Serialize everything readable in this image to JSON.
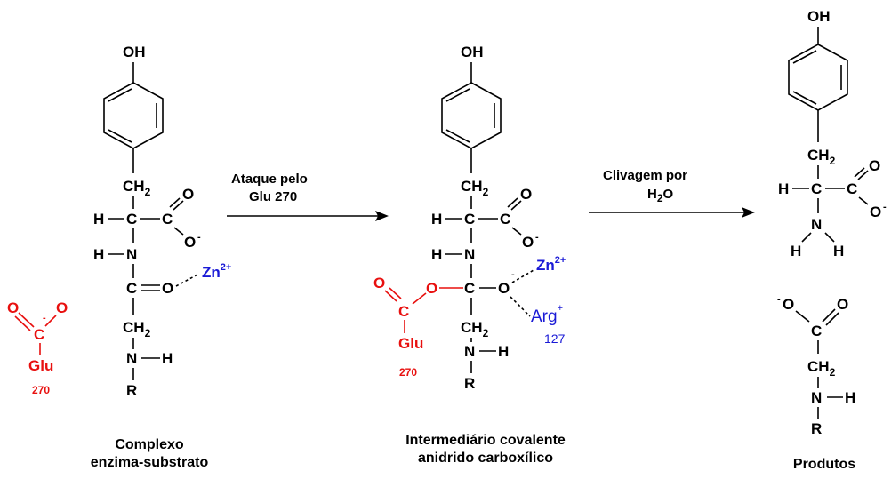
{
  "arrows": {
    "step1": {
      "line1": "Ataque pelo",
      "line2": "Glu 270"
    },
    "step2": {
      "line1": "Clivagem por",
      "line2_main": "H",
      "line2_sub": "2",
      "line2_tail": "O"
    }
  },
  "captions": {
    "complex_line1": "Complexo",
    "complex_line2": "enzima-substrato",
    "intermediate_line1": "Intermediário covalente",
    "intermediate_line2": "anidrido carboxílico",
    "products": "Produtos"
  },
  "atoms": {
    "OH": "OH",
    "CH": "CH",
    "two": "2",
    "H": "H",
    "C": "C",
    "N": "N",
    "O": "O",
    "R": "R",
    "minus": "-",
    "plus": "+",
    "Zn": "Zn",
    "zn_charge": "2+",
    "Glu": "Glu",
    "Glu_num": "270",
    "Arg": "Arg",
    "Arg_num": "127"
  },
  "colors": {
    "black": "#000000",
    "red": "#e8100f",
    "blue": "#1a1ad6"
  }
}
